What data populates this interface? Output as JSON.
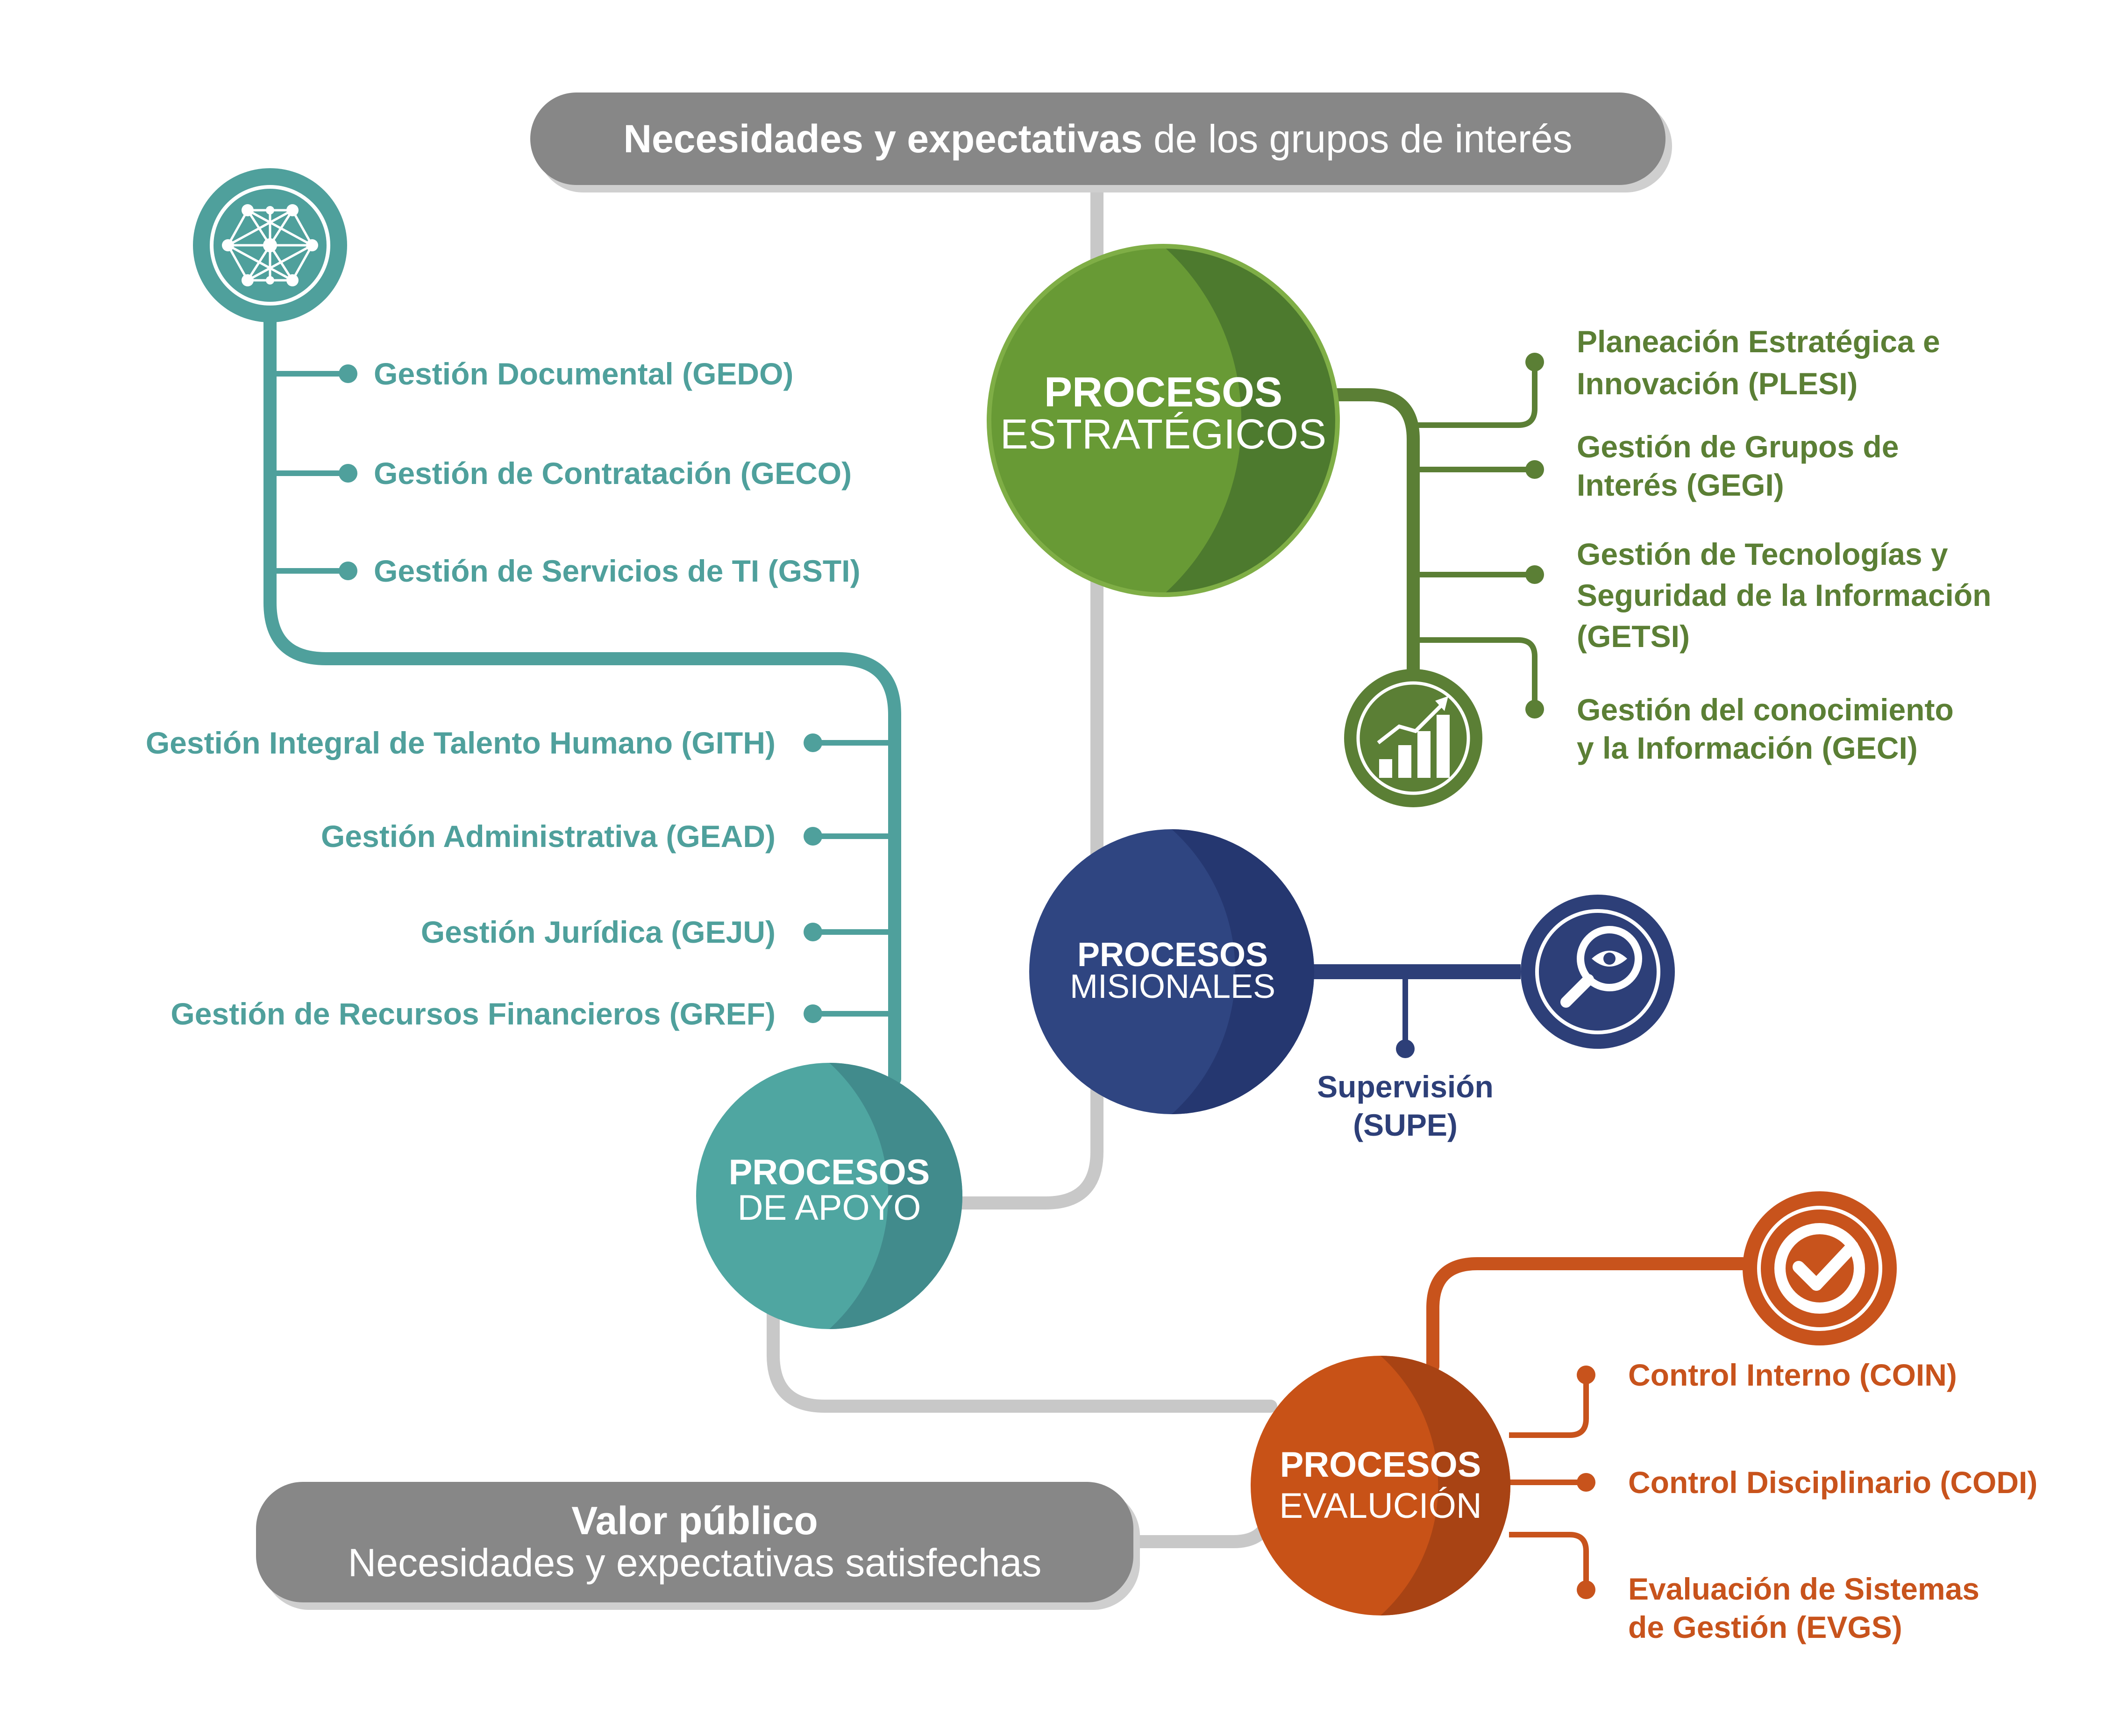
{
  "header": {
    "bold": "Necesidades y expectativas",
    "normal": " de los grupos de interés"
  },
  "footer": {
    "title": "Valor público",
    "subtitle": "Necesidades y expectativas satisfechas"
  },
  "groups": {
    "estrategicos": {
      "title": "PROCESOS",
      "subtitle": "ESTRATÉGICOS",
      "color": "#689a35",
      "icon": "growth-chart-icon",
      "items": [
        [
          "Planeación Estratégica e",
          "Innovación (PLESI)"
        ],
        [
          "Gestión de Grupos de",
          "Interés (GEGI)"
        ],
        [
          "Gestión de Tecnologías y",
          "Seguridad de la Información",
          "(GETSI)"
        ],
        [
          "Gestión del conocimiento",
          "y la Información (GECI)"
        ]
      ]
    },
    "misionales": {
      "title": "PROCESOS",
      "subtitle": "MISIONALES",
      "color": "#2d3f78",
      "icon": "magnifier-eye-icon",
      "items": [
        [
          "Supervisión",
          "(SUPE)"
        ]
      ]
    },
    "apoyo": {
      "title": "PROCESOS",
      "subtitle": "DE APOYO",
      "color": "#4fa09c",
      "icon": "network-icon",
      "items_top": [
        "Gestión Documental (GEDO)",
        "Gestión de Contratación (GECO)",
        "Gestión de Servicios de TI (GSTI)"
      ],
      "items_left": [
        "Gestión Integral de Talento Humano (GITH)",
        "Gestión Administrativa (GEAD)",
        "Gestión Jurídica (GEJU)",
        "Gestión de Recursos Financieros (GREF)"
      ]
    },
    "evaluacion": {
      "title": "PROCESOS",
      "subtitle": "EVALUCIÓN",
      "color": "#c8531c",
      "icon": "checkmark-icon",
      "items": [
        [
          "Control Interno (COIN)"
        ],
        [
          "Control Disciplinario (CODI)"
        ],
        [
          "Evaluación de Sistemas",
          "de Gestión (EVGS)"
        ]
      ]
    }
  }
}
